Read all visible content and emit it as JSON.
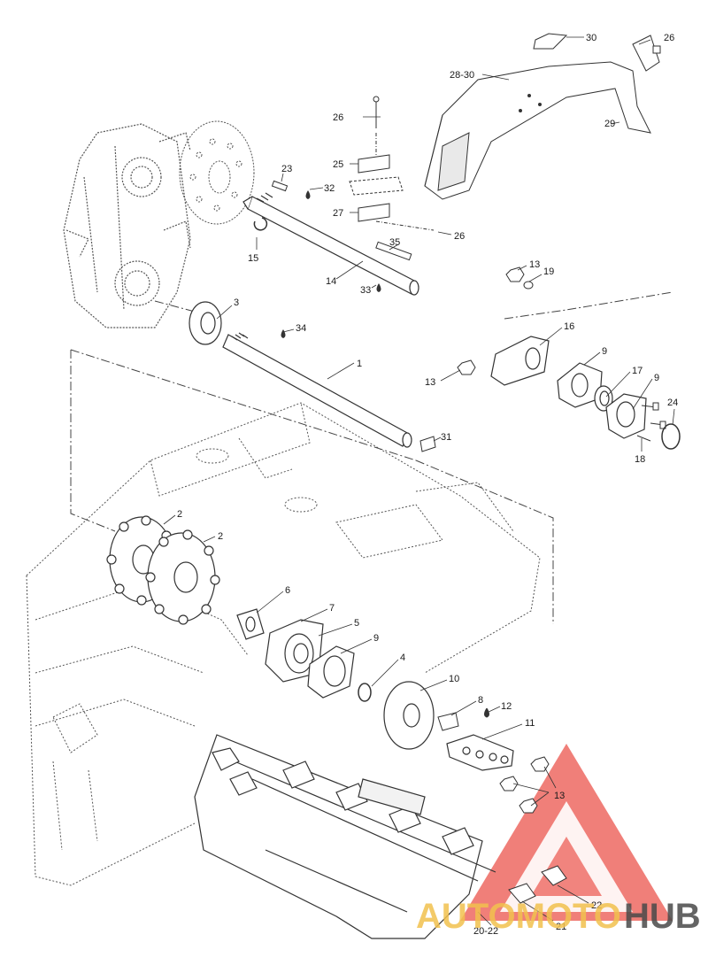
{
  "callouts": [
    {
      "id": "c30",
      "text": "30"
    },
    {
      "id": "c26a",
      "text": "26"
    },
    {
      "id": "c28_30",
      "text": "28-30"
    },
    {
      "id": "c26b",
      "text": "26"
    },
    {
      "id": "c29",
      "text": "29"
    },
    {
      "id": "c23",
      "text": "23"
    },
    {
      "id": "c32",
      "text": "32"
    },
    {
      "id": "c25",
      "text": "25"
    },
    {
      "id": "c27",
      "text": "27"
    },
    {
      "id": "c15",
      "text": "15"
    },
    {
      "id": "c26c",
      "text": "26"
    },
    {
      "id": "c35",
      "text": "35"
    },
    {
      "id": "c14",
      "text": "14"
    },
    {
      "id": "c33",
      "text": "33"
    },
    {
      "id": "c13a",
      "text": "13"
    },
    {
      "id": "c19",
      "text": "19"
    },
    {
      "id": "c3",
      "text": "3"
    },
    {
      "id": "c34",
      "text": "34"
    },
    {
      "id": "c16",
      "text": "16"
    },
    {
      "id": "c9a",
      "text": "9"
    },
    {
      "id": "c17",
      "text": "17"
    },
    {
      "id": "c9b",
      "text": "9"
    },
    {
      "id": "c1",
      "text": "1"
    },
    {
      "id": "c13b",
      "text": "13"
    },
    {
      "id": "c24",
      "text": "24"
    },
    {
      "id": "c31",
      "text": "31"
    },
    {
      "id": "c18",
      "text": "18"
    },
    {
      "id": "c2a",
      "text": "2"
    },
    {
      "id": "c2b",
      "text": "2"
    },
    {
      "id": "c6",
      "text": "6"
    },
    {
      "id": "c7",
      "text": "7"
    },
    {
      "id": "c5",
      "text": "5"
    },
    {
      "id": "c9c",
      "text": "9"
    },
    {
      "id": "c4",
      "text": "4"
    },
    {
      "id": "c10",
      "text": "10"
    },
    {
      "id": "c8",
      "text": "8"
    },
    {
      "id": "c12",
      "text": "12"
    },
    {
      "id": "c11",
      "text": "11"
    },
    {
      "id": "c13c",
      "text": "13"
    },
    {
      "id": "c22",
      "text": "22"
    },
    {
      "id": "c21",
      "text": "21"
    },
    {
      "id": "c20_22",
      "text": "20-22"
    }
  ],
  "watermark": {
    "part1": "AUTOMOTO",
    "part2": "HUB",
    "color_primary": "#e8372d",
    "color_secondary": "#f2c14e",
    "color_dark": "#4a4a4a"
  },
  "colors": {
    "line": "#333333",
    "dotted": "#555555"
  }
}
